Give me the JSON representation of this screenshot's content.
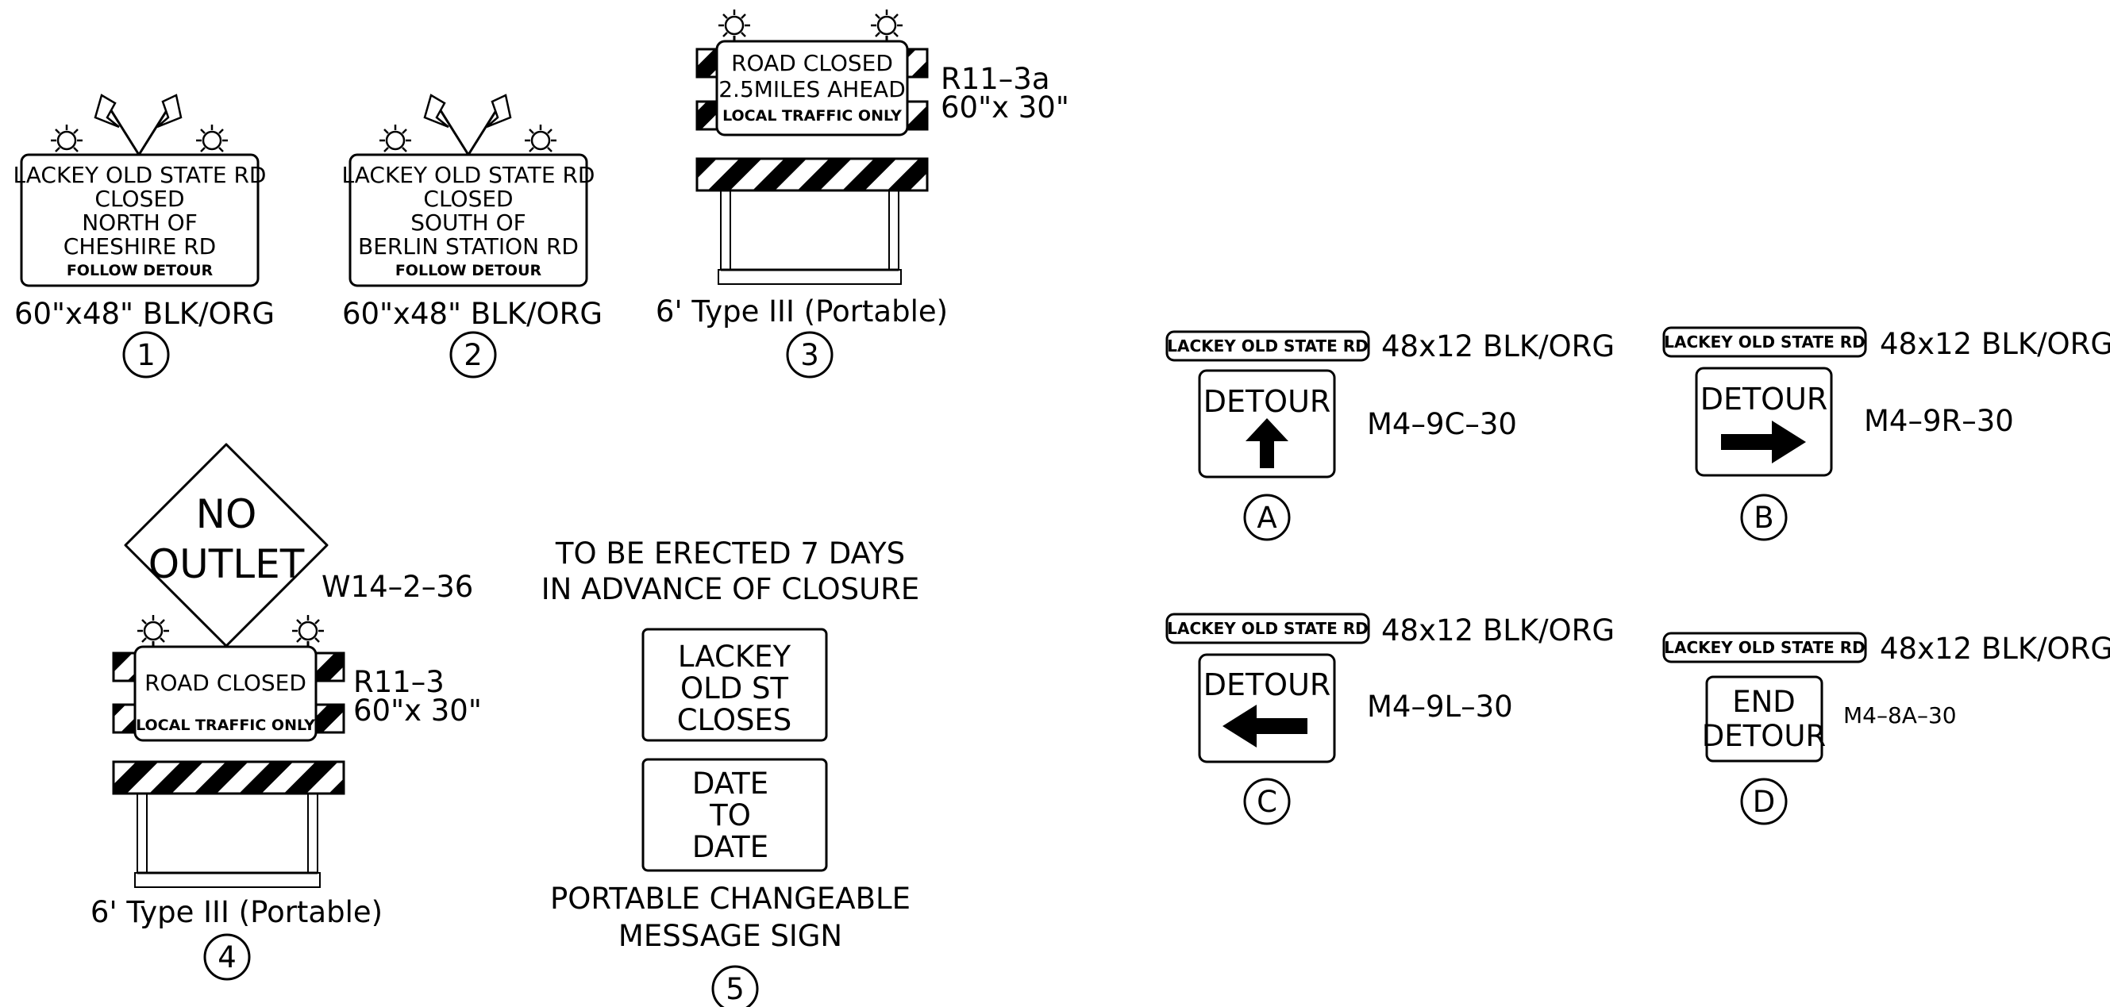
{
  "signs": {
    "s1": {
      "lines": [
        "LACKEY OLD STATE RD",
        "CLOSED",
        "NORTH OF",
        "CHESHIRE RD"
      ],
      "small": "FOLLOW DETOUR",
      "size_label": "60\"x48\"  BLK/ORG",
      "number": "1"
    },
    "s2": {
      "lines": [
        "LACKEY OLD STATE RD",
        "CLOSED",
        "SOUTH OF",
        "BERLIN STATION RD"
      ],
      "small": "FOLLOW DETOUR",
      "size_label": "60\"x48\"  BLK/ORG",
      "number": "2"
    },
    "s3": {
      "lines": [
        "ROAD CLOSED",
        "2.5MILES AHEAD"
      ],
      "small": "LOCAL TRAFFIC ONLY",
      "code": "R11–3a",
      "dims": "60\"x  30\"",
      "label": "6'  Type  III  (Portable)",
      "number": "3"
    },
    "s4": {
      "diamond": [
        "NO",
        "OUTLET"
      ],
      "diamond_code": "W14–2–36",
      "main": "ROAD CLOSED",
      "small": "LOCAL TRAFFIC ONLY",
      "code": "R11–3",
      "dims": "60\"x  30\"",
      "label": "6'  Type  III  (Portable)",
      "number": "4"
    },
    "s5": {
      "header": [
        "TO  BE  ERECTED  7  DAYS",
        "IN  ADVANCE  OF  CLOSURE"
      ],
      "panel1": [
        "LACKEY",
        "OLD  ST",
        "CLOSES"
      ],
      "panel2": [
        "DATE",
        "TO",
        "DATE"
      ],
      "footer": [
        "PORTABLE  CHANGEABLE",
        "MESSAGE  SIGN"
      ],
      "number": "5"
    }
  },
  "detours": {
    "a": {
      "plaque": "LACKEY OLD STATE RD",
      "plaque_size": "48x12  BLK/ORG",
      "text": "DETOUR",
      "arrow": "arrow-up-icon",
      "code": "M4–9C–30",
      "letter": "A"
    },
    "b": {
      "plaque": "LACKEY OLD STATE RD",
      "plaque_size": "48x12  BLK/ORG",
      "text": "DETOUR",
      "arrow": "arrow-right-icon",
      "code": "M4–9R–30",
      "letter": "B"
    },
    "c": {
      "plaque": "LACKEY OLD STATE RD",
      "plaque_size": "48x12  BLK/ORG",
      "text": "DETOUR",
      "arrow": "arrow-left-icon",
      "code": "M4–9L–30",
      "letter": "C"
    },
    "d": {
      "plaque": "LACKEY OLD STATE RD",
      "plaque_size": "48x12  BLK/ORG",
      "text": [
        "END",
        "DETOUR"
      ],
      "code": "M4–8A–30",
      "letter": "D"
    }
  },
  "colors": {
    "ink": "#000000",
    "background": "#ffffff"
  }
}
